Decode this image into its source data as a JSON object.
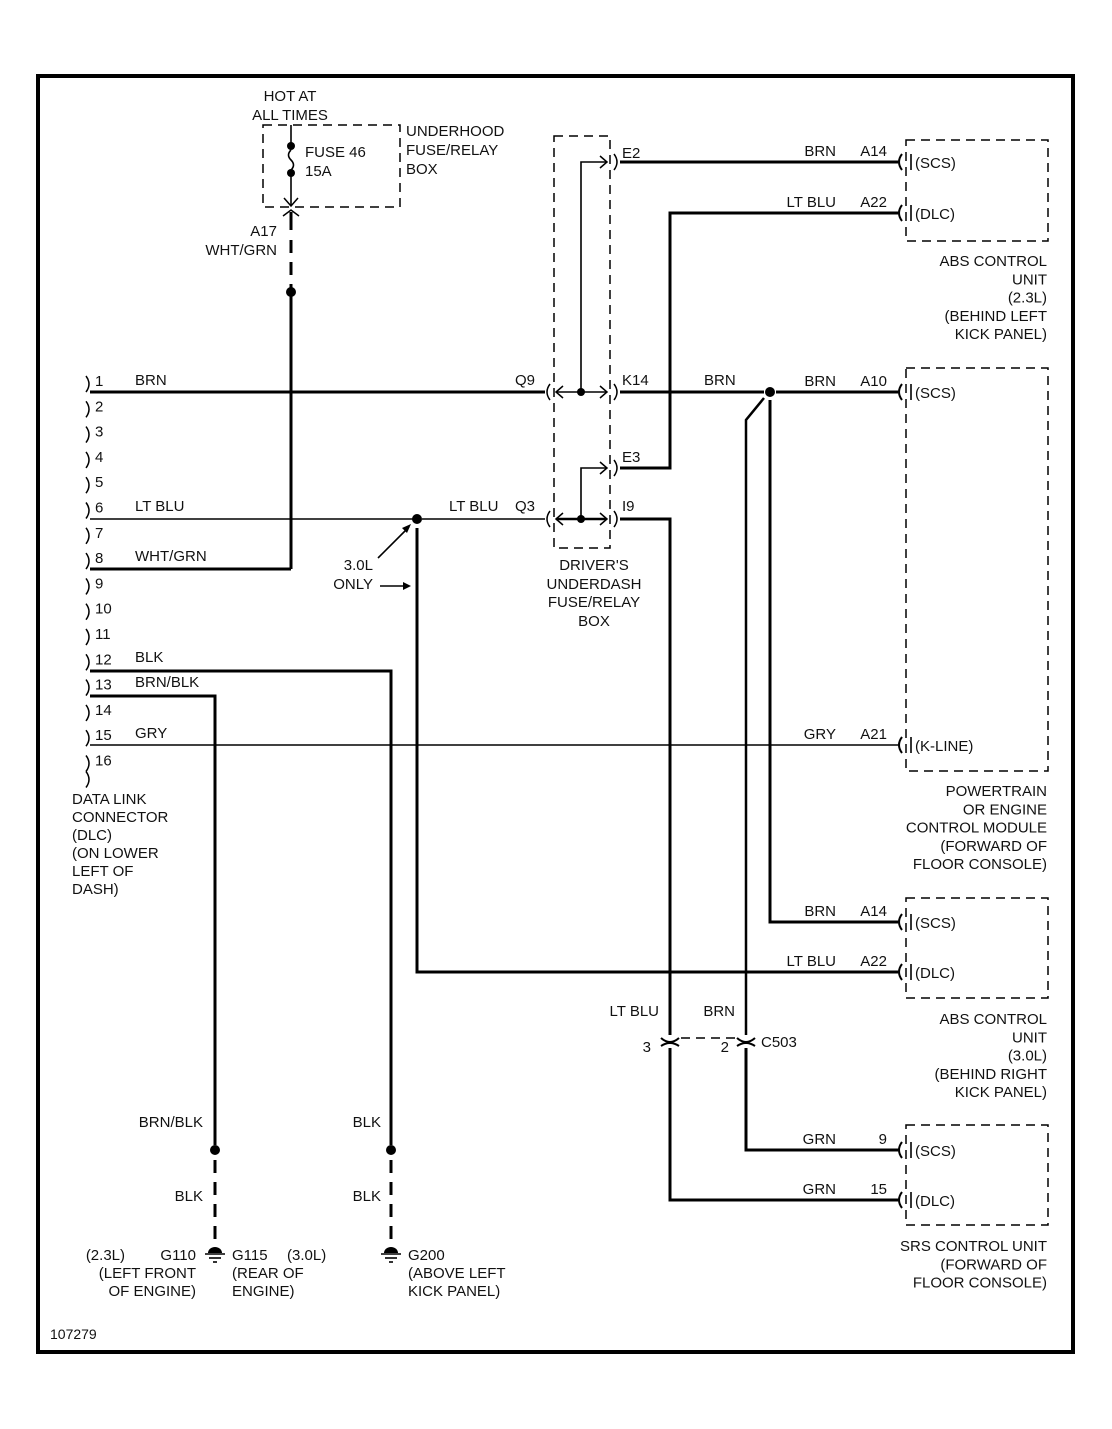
{
  "diagram_id": "107279",
  "power": {
    "hot_label_1": "HOT AT",
    "hot_label_2": "ALL TIMES",
    "fuse_name": "FUSE 46",
    "fuse_rating": "15A",
    "box_label": [
      "UNDERHOOD",
      "FUSE/RELAY",
      "BOX"
    ],
    "pin": "A17",
    "wire": "WHT/GRN"
  },
  "dlc": {
    "pins": [
      "1",
      "2",
      "3",
      "4",
      "5",
      "6",
      "7",
      "8",
      "9",
      "10",
      "11",
      "12",
      "13",
      "14",
      "15",
      "16"
    ],
    "wires": {
      "p1": "BRN",
      "p6": "LT BLU",
      "p8": "WHT/GRN",
      "p12": "BLK",
      "p13": "BRN/BLK",
      "p15": "GRY"
    },
    "label": [
      "DATA LINK",
      "CONNECTOR",
      "(DLC)",
      "(ON LOWER",
      "LEFT OF",
      "DASH)"
    ]
  },
  "underdash_box": {
    "label": [
      "DRIVER'S",
      "UNDERDASH",
      "FUSE/RELAY",
      "BOX"
    ],
    "pins": {
      "q9": "Q9",
      "k14": "K14",
      "e2": "E2",
      "e3": "E3",
      "q3": "Q3",
      "i9": "I9"
    }
  },
  "wires": {
    "q3_wire": "LT BLU",
    "k14_wire": "BRN",
    "note_1": "3.0L",
    "note_2": "ONLY"
  },
  "abs_23": {
    "rows": [
      {
        "wire": "BRN",
        "pin": "A14",
        "signal": "(SCS)"
      },
      {
        "wire": "LT BLU",
        "pin": "A22",
        "signal": "(DLC)"
      }
    ],
    "label": [
      "ABS CONTROL",
      "UNIT",
      "(2.3L)",
      "(BEHIND LEFT",
      "KICK PANEL)"
    ]
  },
  "pcm": {
    "rows": [
      {
        "wire": "BRN",
        "pin": "A10",
        "signal": "(SCS)"
      },
      {
        "wire": "GRY",
        "pin": "A21",
        "signal": "(K-LINE)"
      }
    ],
    "label": [
      "POWERTRAIN",
      "OR ENGINE",
      "CONTROL MODULE",
      "(FORWARD OF",
      "FLOOR CONSOLE)"
    ]
  },
  "abs_30": {
    "rows": [
      {
        "wire": "BRN",
        "pin": "A14",
        "signal": "(SCS)"
      },
      {
        "wire": "LT BLU",
        "pin": "A22",
        "signal": "(DLC)"
      }
    ],
    "label": [
      "ABS CONTROL",
      "UNIT",
      "(3.0L)",
      "(BEHIND RIGHT",
      "KICK PANEL)"
    ]
  },
  "c503": {
    "name": "C503",
    "pin_a": "3",
    "pin_b": "2",
    "wire_a": "LT BLU",
    "wire_b": "BRN"
  },
  "srs": {
    "rows": [
      {
        "wire": "GRN",
        "pin": "9",
        "signal": "(SCS)"
      },
      {
        "wire": "GRN",
        "pin": "15",
        "signal": "(DLC)"
      }
    ],
    "label": [
      "SRS CONTROL UNIT",
      "(FORWARD OF",
      "FLOOR CONSOLE)"
    ]
  },
  "grounds": {
    "left_wire_top": "BRN/BLK",
    "left_wire_bottom": "BLK",
    "right_wire_top": "BLK",
    "right_wire_bottom": "BLK",
    "g110_engine": "(2.3L)",
    "g110": "G110",
    "g110_loc": [
      "(LEFT FRONT",
      "OF ENGINE)"
    ],
    "g115": "G115",
    "g115_engine": "(3.0L)",
    "g115_loc": [
      "(REAR OF",
      "ENGINE)"
    ],
    "g200": "G200",
    "g200_loc": [
      "(ABOVE LEFT",
      "KICK PANEL)"
    ]
  }
}
